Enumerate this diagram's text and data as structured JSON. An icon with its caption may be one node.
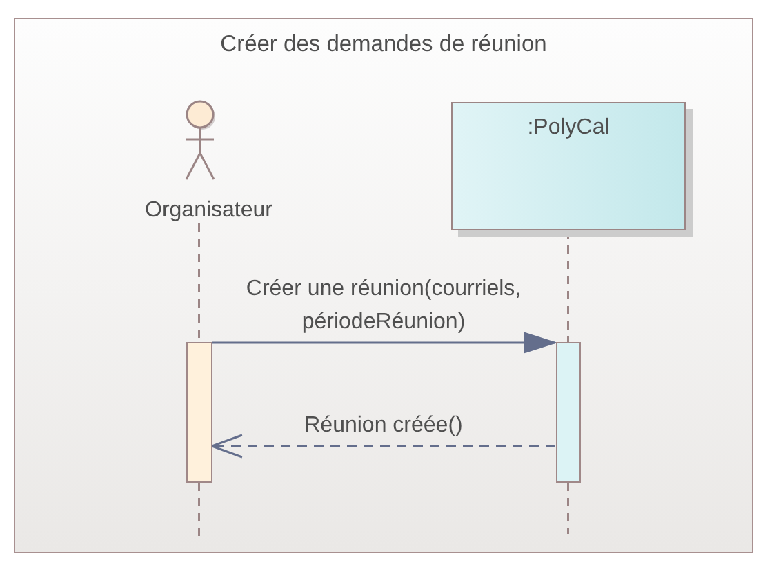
{
  "diagram": {
    "nodes": [
      {
        "text": [
          "Créer des demandes de réunion"
        ]
      },
      {
        "text": [
          "Organisateur"
        ],
        "in": 0
      },
      {
        "text": [
          ":PolyCal"
        ],
        "in": 0
      },
      {
        "text": [],
        "shape": "bar",
        "in": 0
      },
      {
        "text": [],
        "shape": "bar",
        "in": 0
      }
    ],
    "edges": [
      {
        "from": 1,
        "to": 3,
        "arrow": "none",
        "style": "dashed"
      },
      {
        "from": 3,
        "to": null,
        "arrow": "none",
        "style": "dashed"
      },
      {
        "from": 2,
        "to": 4,
        "arrow": "none",
        "style": "dashed"
      },
      {
        "from": 4,
        "to": null,
        "arrow": "none",
        "style": "dashed"
      },
      {
        "from": 3,
        "to": 4,
        "arrow": "to",
        "label": "Créer une réunion(courriels, périodeRéunion)",
        "color": "#646e8c"
      },
      {
        "from": 4,
        "to": 3,
        "arrow": "to",
        "style": "dashed",
        "label": "Réunion créée()",
        "color": "#646e8c"
      }
    ]
  }
}
